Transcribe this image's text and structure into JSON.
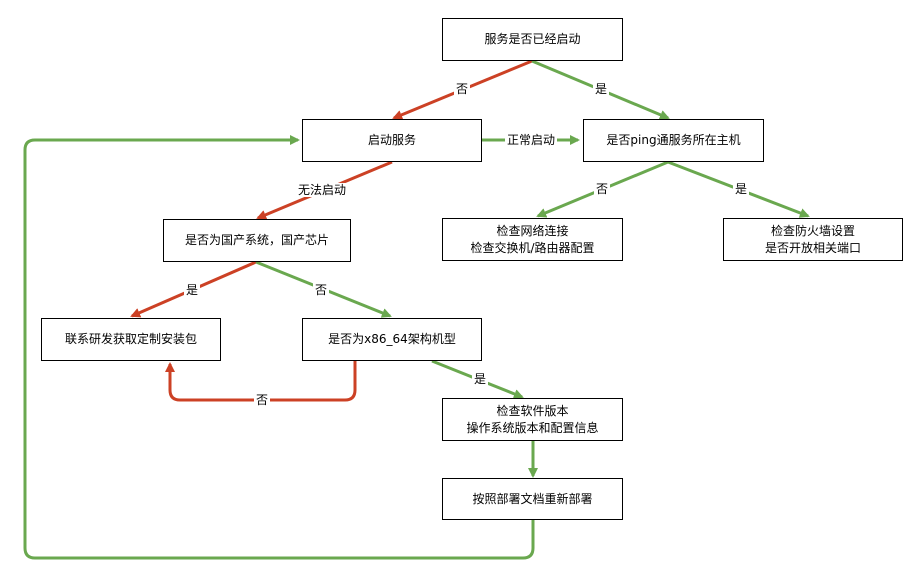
{
  "colors": {
    "yes": "#6aa84f",
    "no": "#cc4125",
    "border": "#000000"
  },
  "nodes": {
    "service_started": "服务是否已经启动",
    "start_service": "启动服务",
    "ping_host": "是否ping通服务所在主机",
    "check_network_1": "检查网络连接",
    "check_network_2": "检查交换机/路由器配置",
    "check_firewall_1": "检查防火墙设置",
    "check_firewall_2": "是否开放相关端口",
    "domestic": "是否为国产系统，国产芯片",
    "contact_dev": "联系研发获取定制安装包",
    "x86": "是否为x86_64架构机型",
    "check_version_1": "检查软件版本",
    "check_version_2": "操作系统版本和配置信息",
    "redeploy": "按照部署文档重新部署"
  },
  "edges": {
    "no_1": "否",
    "yes_1": "是",
    "normal_start": "正常启动",
    "cannot_start": "无法启动",
    "no_2": "否",
    "yes_2": "是",
    "yes_3": "是",
    "no_3": "否",
    "no_4": "否",
    "yes_4": "是"
  }
}
